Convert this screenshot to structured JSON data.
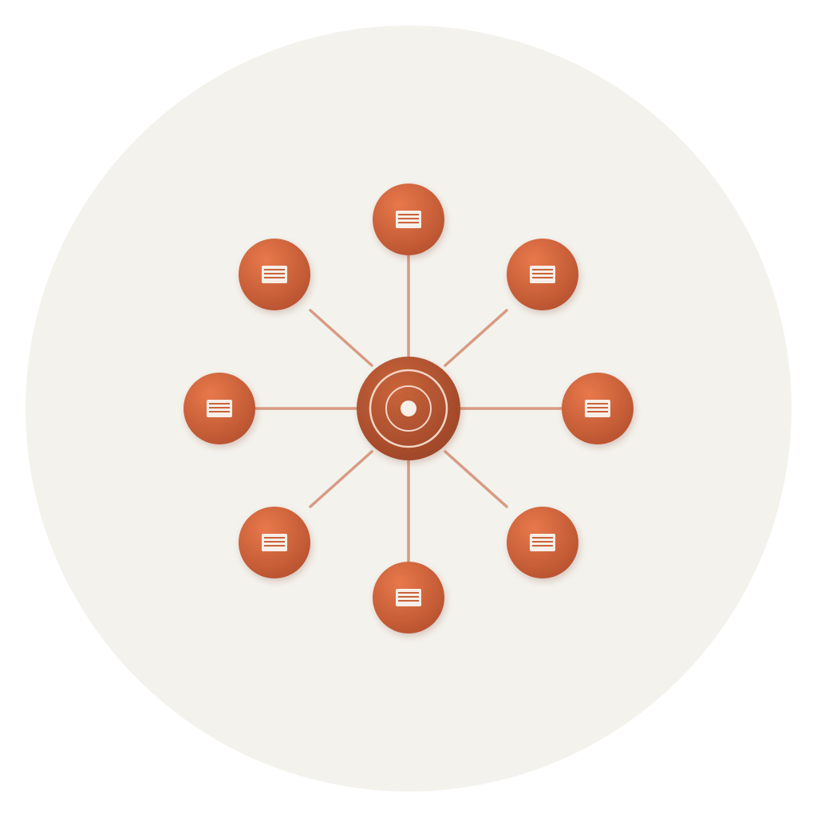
{
  "diagram": {
    "type": "hub-and-spoke",
    "colors": {
      "page_background": "#ffffff",
      "backdrop_disc": "#f3f2ed",
      "connector": "#d99a82",
      "node_light": "#e8784b",
      "node_dark": "#b8532f",
      "hub_light": "#c9643b",
      "hub_dark": "#9c4527",
      "icon_fill": "#f7efe8",
      "icon_stroke": "#c9643b",
      "hub_ring": "#f3d6c8"
    },
    "hub": {
      "icon": "target-rings-icon"
    },
    "spokes": [
      {
        "id": "top",
        "direction": "north",
        "icon": "document-lines-icon"
      },
      {
        "id": "top-right",
        "direction": "north-east",
        "icon": "document-lines-icon"
      },
      {
        "id": "right",
        "direction": "east",
        "icon": "document-lines-icon"
      },
      {
        "id": "bottom-right",
        "direction": "south-east",
        "icon": "document-lines-icon"
      },
      {
        "id": "bottom",
        "direction": "south",
        "icon": "document-lines-icon"
      },
      {
        "id": "bottom-left",
        "direction": "south-west",
        "icon": "document-lines-icon"
      },
      {
        "id": "left",
        "direction": "west",
        "icon": "document-lines-icon"
      },
      {
        "id": "top-left",
        "direction": "north-west",
        "icon": "document-lines-icon"
      }
    ]
  }
}
